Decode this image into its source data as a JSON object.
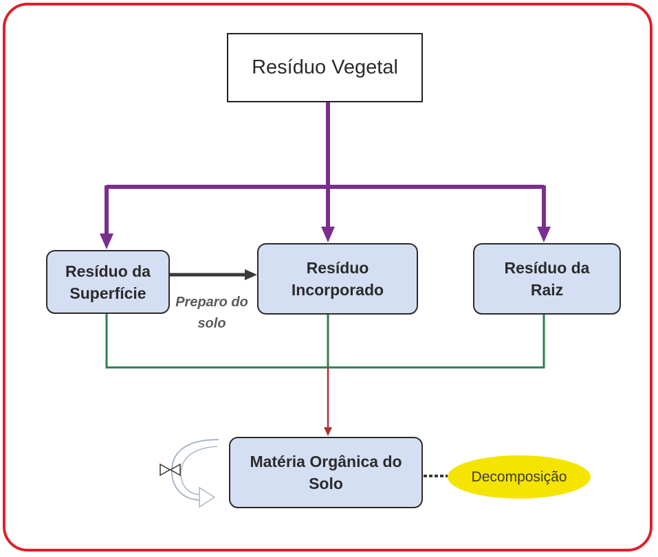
{
  "nodes": {
    "root": {
      "label": "Resíduo Vegetal"
    },
    "surface": {
      "line1": "Resíduo da",
      "line2": "Superfície"
    },
    "incorporated": {
      "line1": "Resíduo",
      "line2": "Incorporado"
    },
    "root_residue": {
      "line1": "Resíduo da",
      "line2": "Raiz"
    },
    "organic_matter": {
      "line1": "Matéria Orgânica do",
      "line2": "Solo"
    },
    "decomposition": {
      "label": "Decomposição"
    }
  },
  "edge_labels": {
    "tillage": {
      "line1": "Preparo do",
      "line2": "solo"
    }
  },
  "colors": {
    "border": "#e0202a",
    "purple": "#7a2e8e",
    "green": "#2e7d4f",
    "red_arrow": "#b33030",
    "box_fill": "#d5dff3",
    "ellipse": "#f5e400"
  },
  "icons": {
    "flow_valve": "valve-icon",
    "cycle_arrow": "curved-arrow-icon"
  }
}
